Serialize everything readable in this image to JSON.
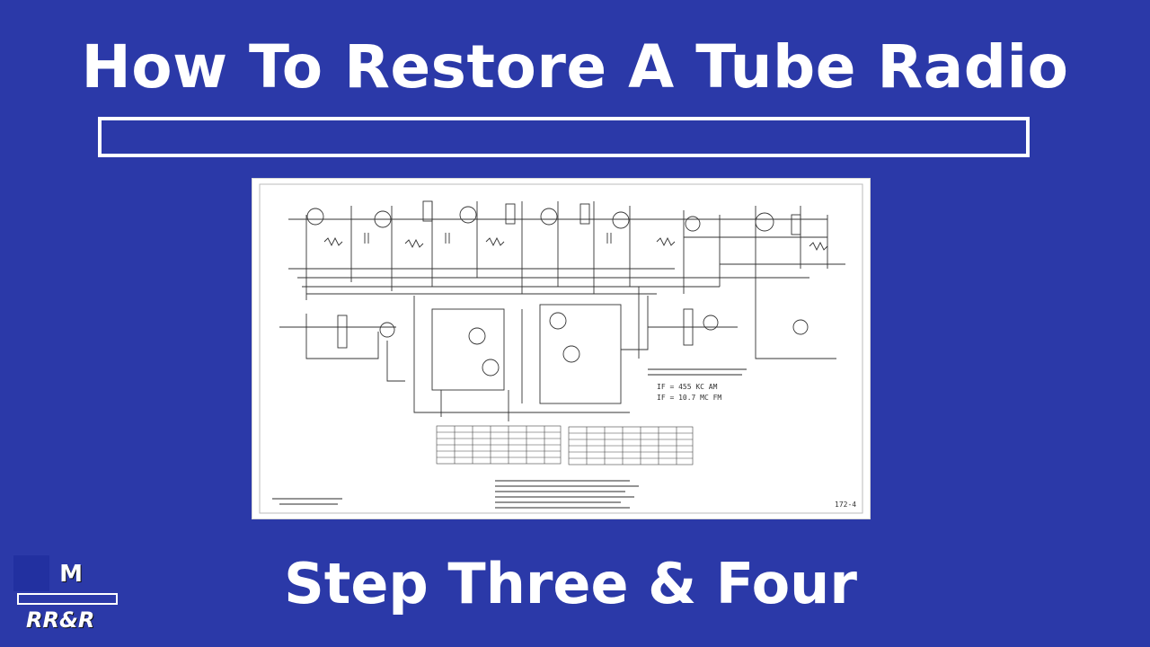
{
  "title": "How To Restore A Tube Radio",
  "subtitle": "Step Three & Four",
  "logo": {
    "top": "M",
    "bottom": "RR&R"
  },
  "schematic": {
    "if_am": "IF = 455 KC AM",
    "if_fm": "IF = 10.7 MC FM",
    "drawing_number": "172-4"
  },
  "colors": {
    "background": "#2b39a8",
    "text": "#ffffff",
    "schematic_bg": "#ffffff",
    "schematic_ink": "#333333"
  }
}
